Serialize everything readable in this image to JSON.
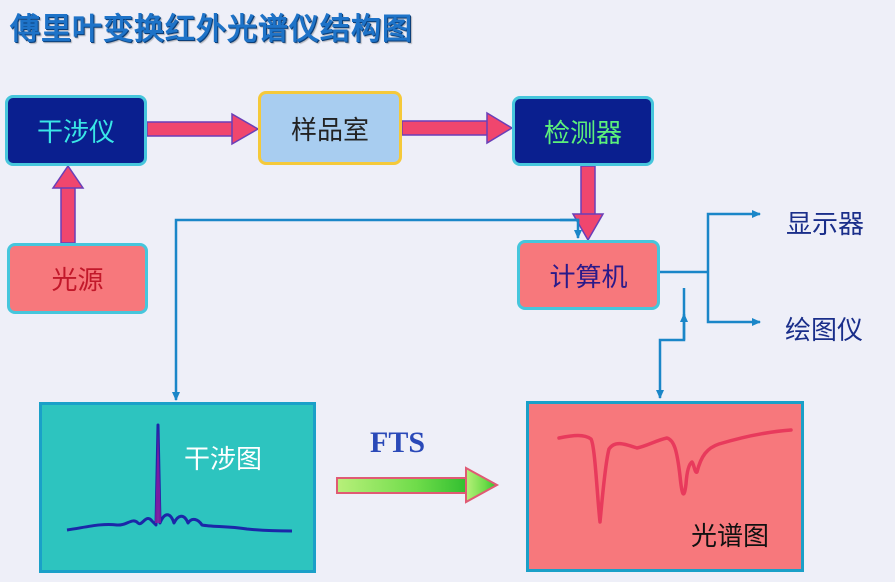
{
  "title": "傅里叶变换红外光谱仪结构图",
  "boxes": {
    "interferometer": "干涉仪",
    "sample_chamber": "样品室",
    "detector": "检测器",
    "light_source": "光源",
    "computer": "计算机"
  },
  "outputs": {
    "display": "显示器",
    "plotter": "绘图仪"
  },
  "panels": {
    "interferogram": "干涉图",
    "spectrum": "光谱图"
  },
  "transform_label": "FTS",
  "colors": {
    "blue_box": "#0a1f8f",
    "red_box": "#f7787c",
    "sample_box": "#a8cdf0",
    "arrow_fill": "#f0466e",
    "connector": "#1a86c8",
    "teal_panel": "#2dc4bf"
  }
}
